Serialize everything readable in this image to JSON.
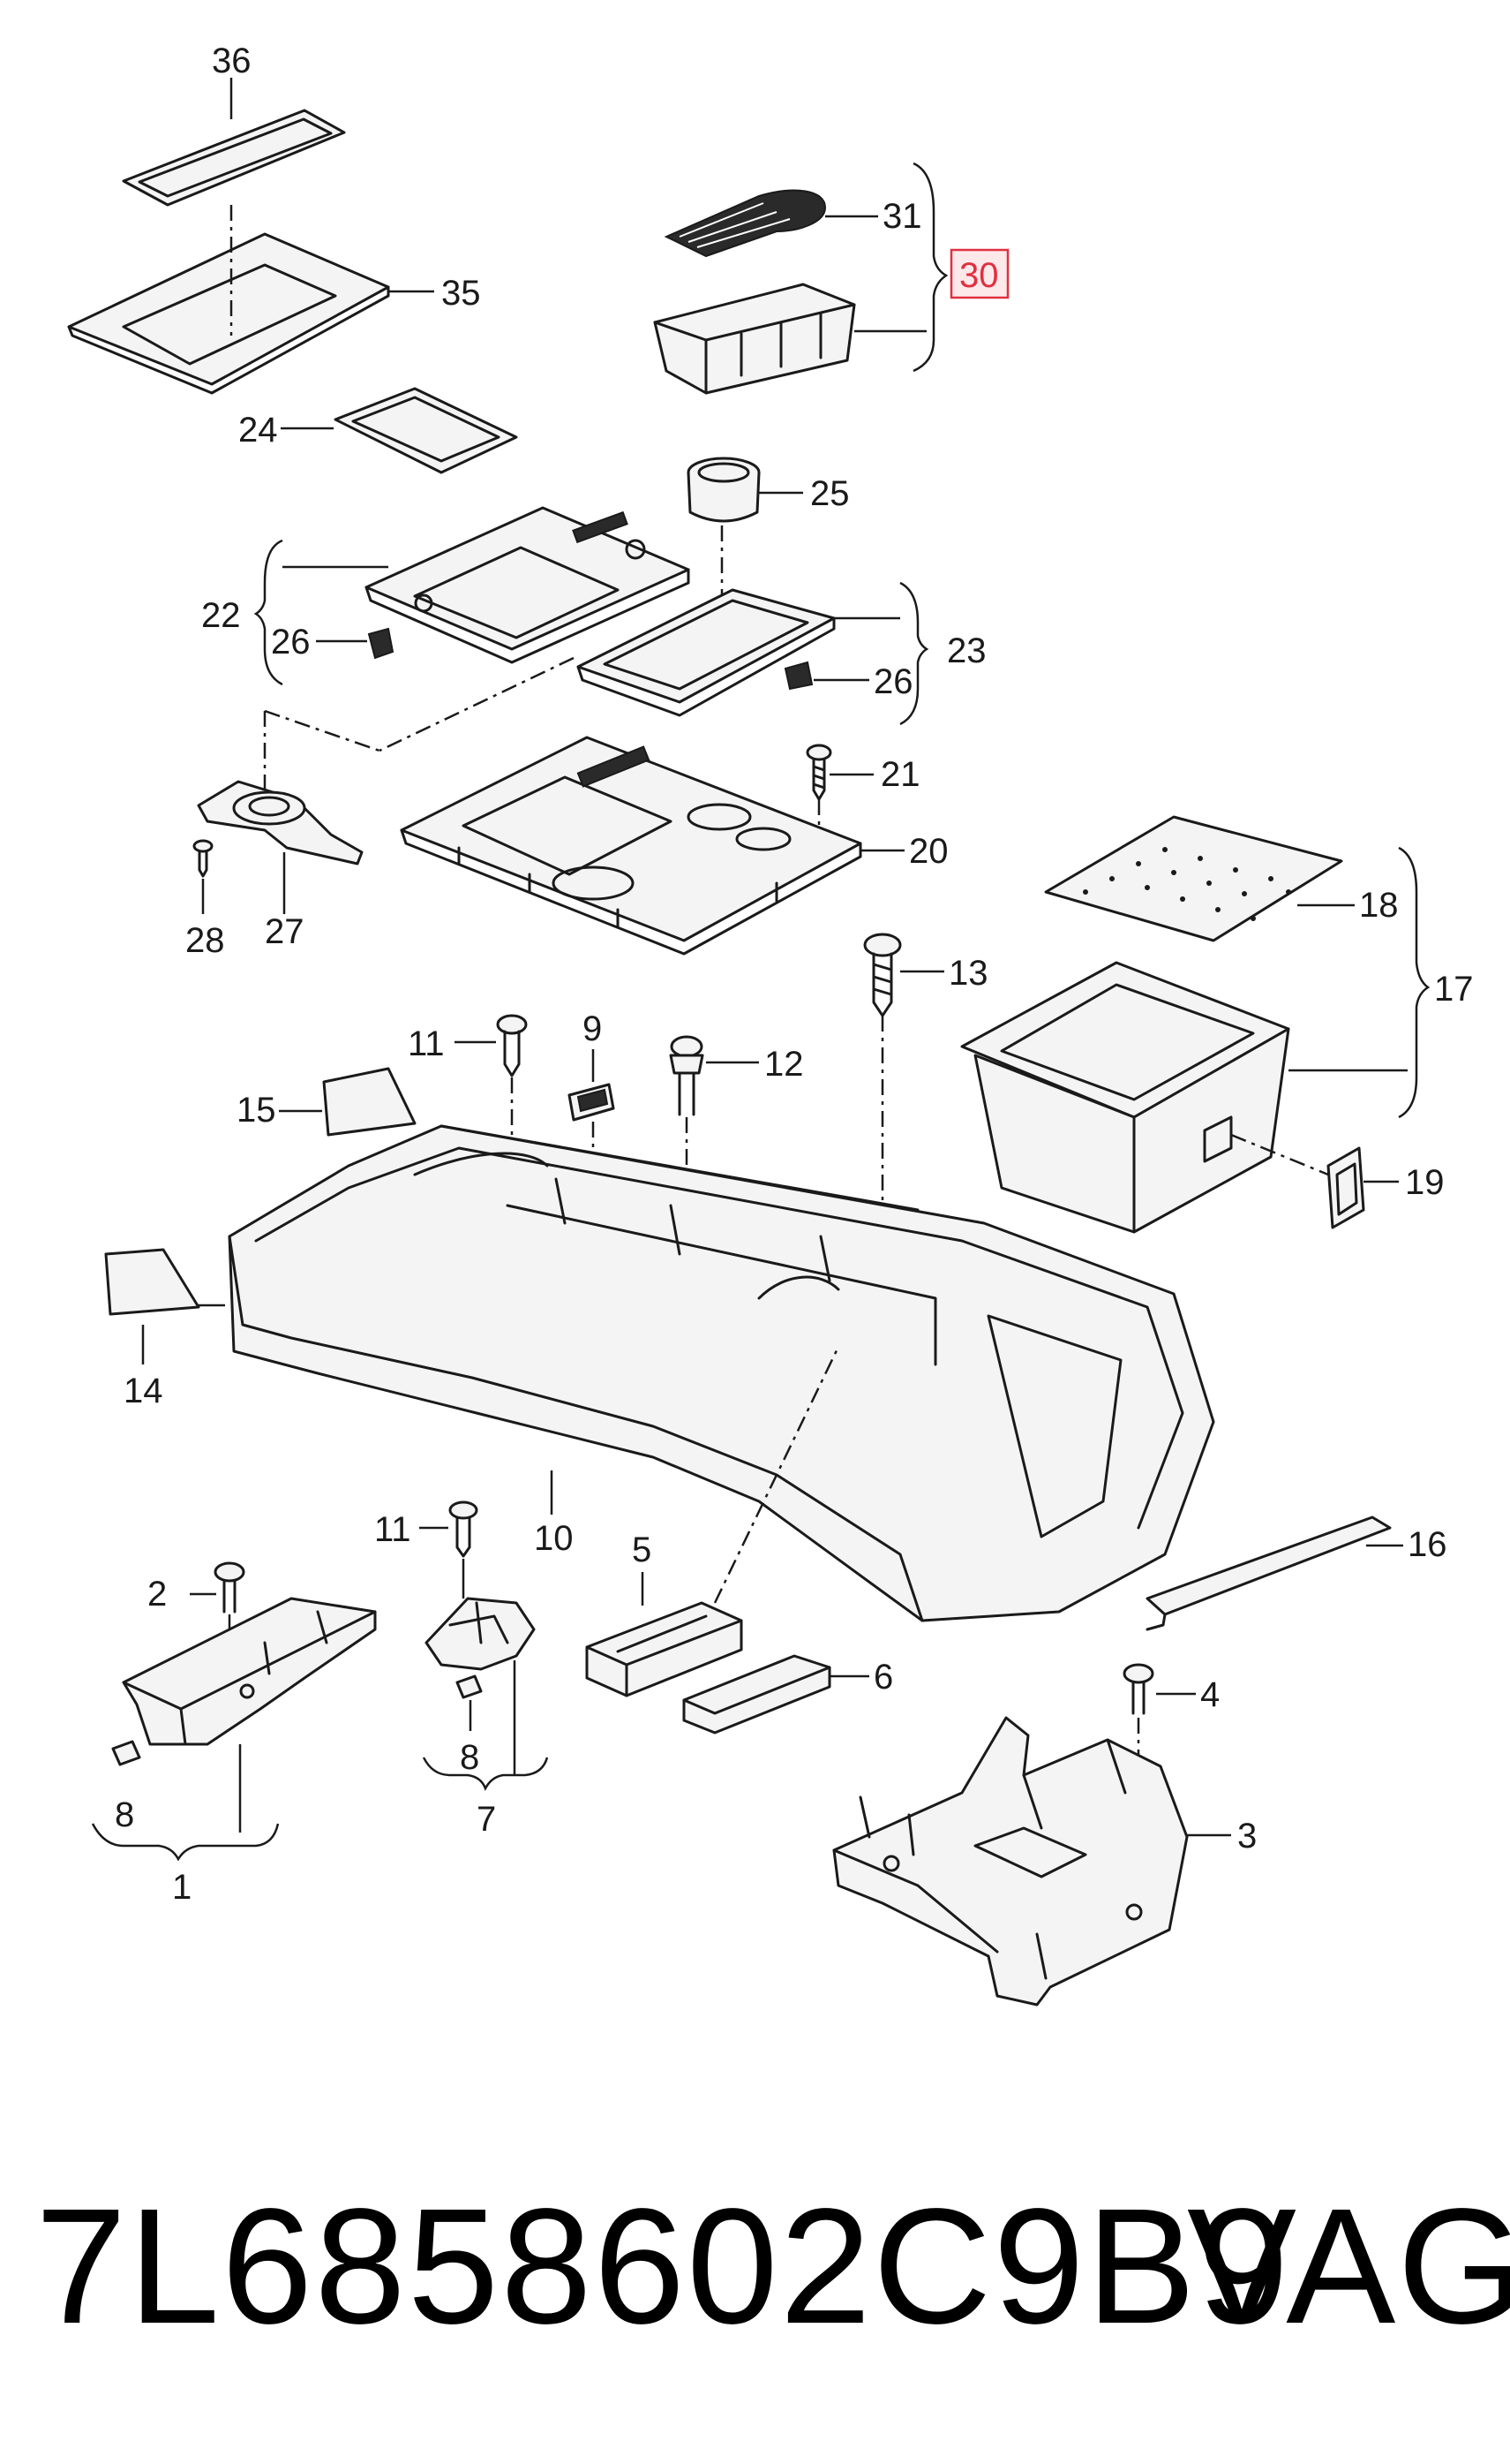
{
  "diagram": {
    "callouts": {
      "c1": "1",
      "c2": "2",
      "c3": "3",
      "c4": "4",
      "c5": "5",
      "c6": "6",
      "c7": "7",
      "c8a": "8",
      "c8b": "8",
      "c9": "9",
      "c10": "10",
      "c11a": "11",
      "c11b": "11",
      "c12": "12",
      "c13": "13",
      "c14": "14",
      "c15": "15",
      "c16": "16",
      "c17": "17",
      "c18": "18",
      "c19": "19",
      "c20": "20",
      "c21": "21",
      "c22": "22",
      "c23": "23",
      "c24": "24",
      "c25": "25",
      "c26a": "26",
      "c26b": "26",
      "c27": "27",
      "c28": "28",
      "c30": "30",
      "c31": "31",
      "c35": "35",
      "c36": "36"
    },
    "highlight_color": "#e03040"
  },
  "footer": {
    "part_number": "7L6858602C9B9",
    "brand": "VAG"
  }
}
